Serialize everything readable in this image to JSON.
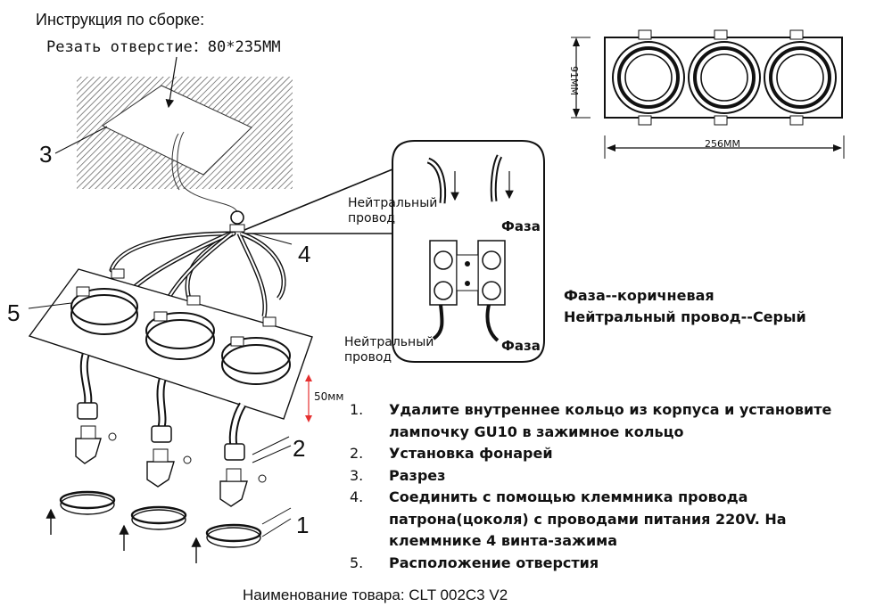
{
  "header": {
    "title": "Инструкция по сборке:",
    "cut_hole": "Резать отверстие：80*235MM"
  },
  "callouts": {
    "n1": "1",
    "n2": "2",
    "n3": "3",
    "n4": "4",
    "n5": "5"
  },
  "dimensions": {
    "width": "256MM",
    "height": "91MM",
    "depth": "50мм"
  },
  "wiring": {
    "neutral_top": "Нейтральный\nпровод",
    "phase_top": "Фаза",
    "neutral_bottom": "Нейтральный\nпровод",
    "phase_bottom": "Фаза"
  },
  "legend": {
    "phase": "Фаза--коричневая",
    "neutral": "Нейтральный провод--Серый"
  },
  "steps": [
    {
      "num": "1.",
      "text": "Удалите внутреннее кольцо из корпуса и установите лампочку GU10 в зажимное кольцо"
    },
    {
      "num": "2.",
      "text": "Установка фонарей"
    },
    {
      "num": "3.",
      "text": "Разрез"
    },
    {
      "num": "4.",
      "text": "Соединить с помощью клеммника провода патрона(цоколя) с проводами питания 220V. На клеммнике 4 винта-зажима"
    },
    {
      "num": "5.",
      "text": "Расположение отверстия"
    }
  ],
  "footer": "Наименование товара: CLT 002C3 V2",
  "colors": {
    "line": "#111111",
    "hatch": "#555555",
    "dim_arrow": "#e53030"
  }
}
